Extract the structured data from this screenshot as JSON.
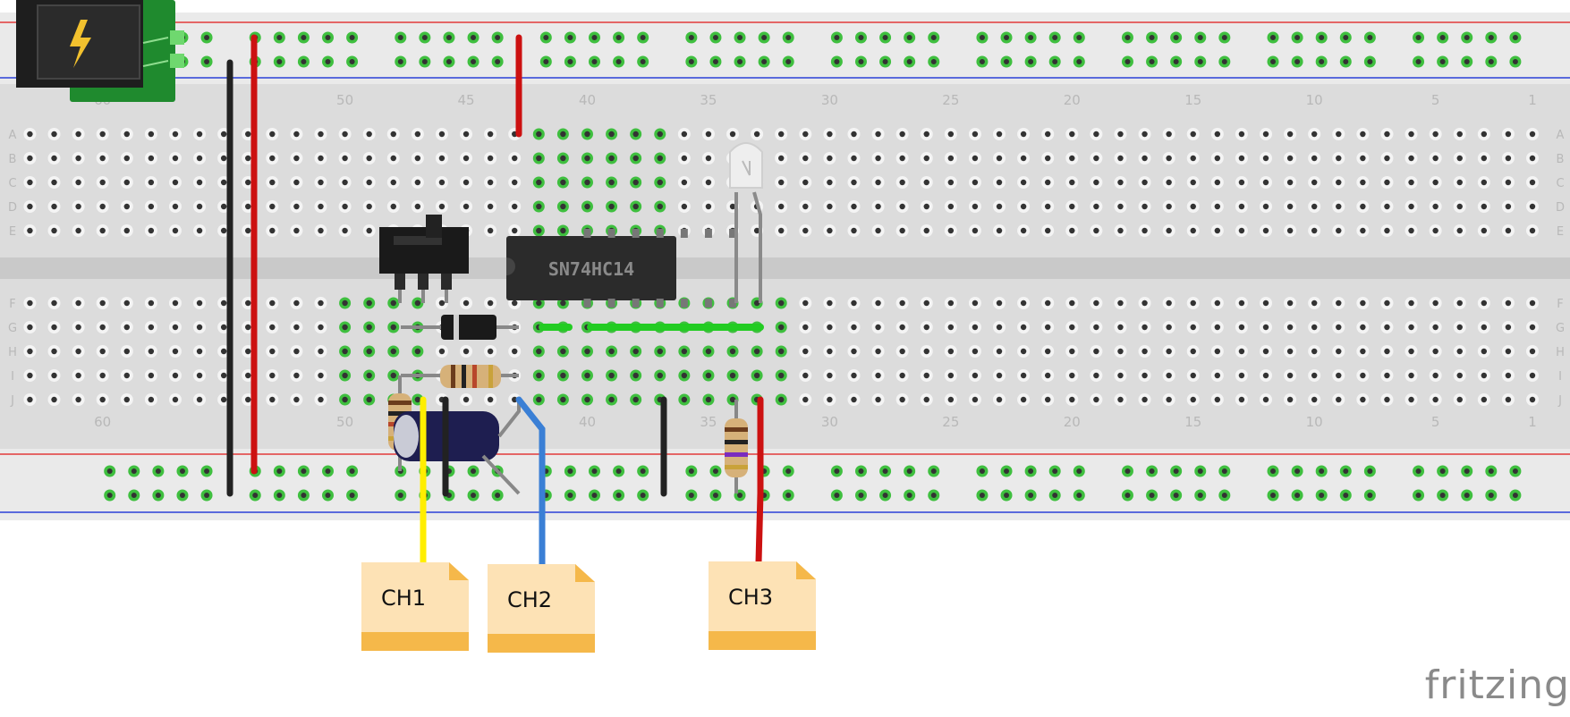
{
  "chip": {
    "label": "SN74HC14"
  },
  "probes": [
    {
      "label": "CH1",
      "wire_color": "#ffee00"
    },
    {
      "label": "CH2",
      "wire_color": "#3a7fd5"
    },
    {
      "label": "CH3",
      "wire_color": "#cc1111"
    }
  ],
  "breadboard": {
    "row_letters": [
      "A",
      "B",
      "C",
      "D",
      "E",
      "F",
      "G",
      "H",
      "I",
      "J"
    ],
    "column_numbers": [
      "60",
      "50",
      "45",
      "40",
      "35",
      "30",
      "25",
      "20",
      "15",
      "10",
      "5",
      "1"
    ]
  },
  "brand": {
    "text": "fritzing"
  },
  "colors": {
    "board": "#dcdcdc",
    "rail": "#eaeaea",
    "rail_red_line": "#e23b3b",
    "rail_blue_line": "#2a3fd8",
    "hole": "#333333",
    "connected_hole": "#3fbf3f",
    "wire_black": "#222222",
    "wire_red": "#cc1111",
    "wire_green": "#22cc22",
    "note_body": "#fde2b5",
    "note_strip": "#f5b84a",
    "power_icon_bg": "#1e1e1e",
    "bolt": "#f2c12e",
    "pcb_green": "#1f8a2e"
  }
}
